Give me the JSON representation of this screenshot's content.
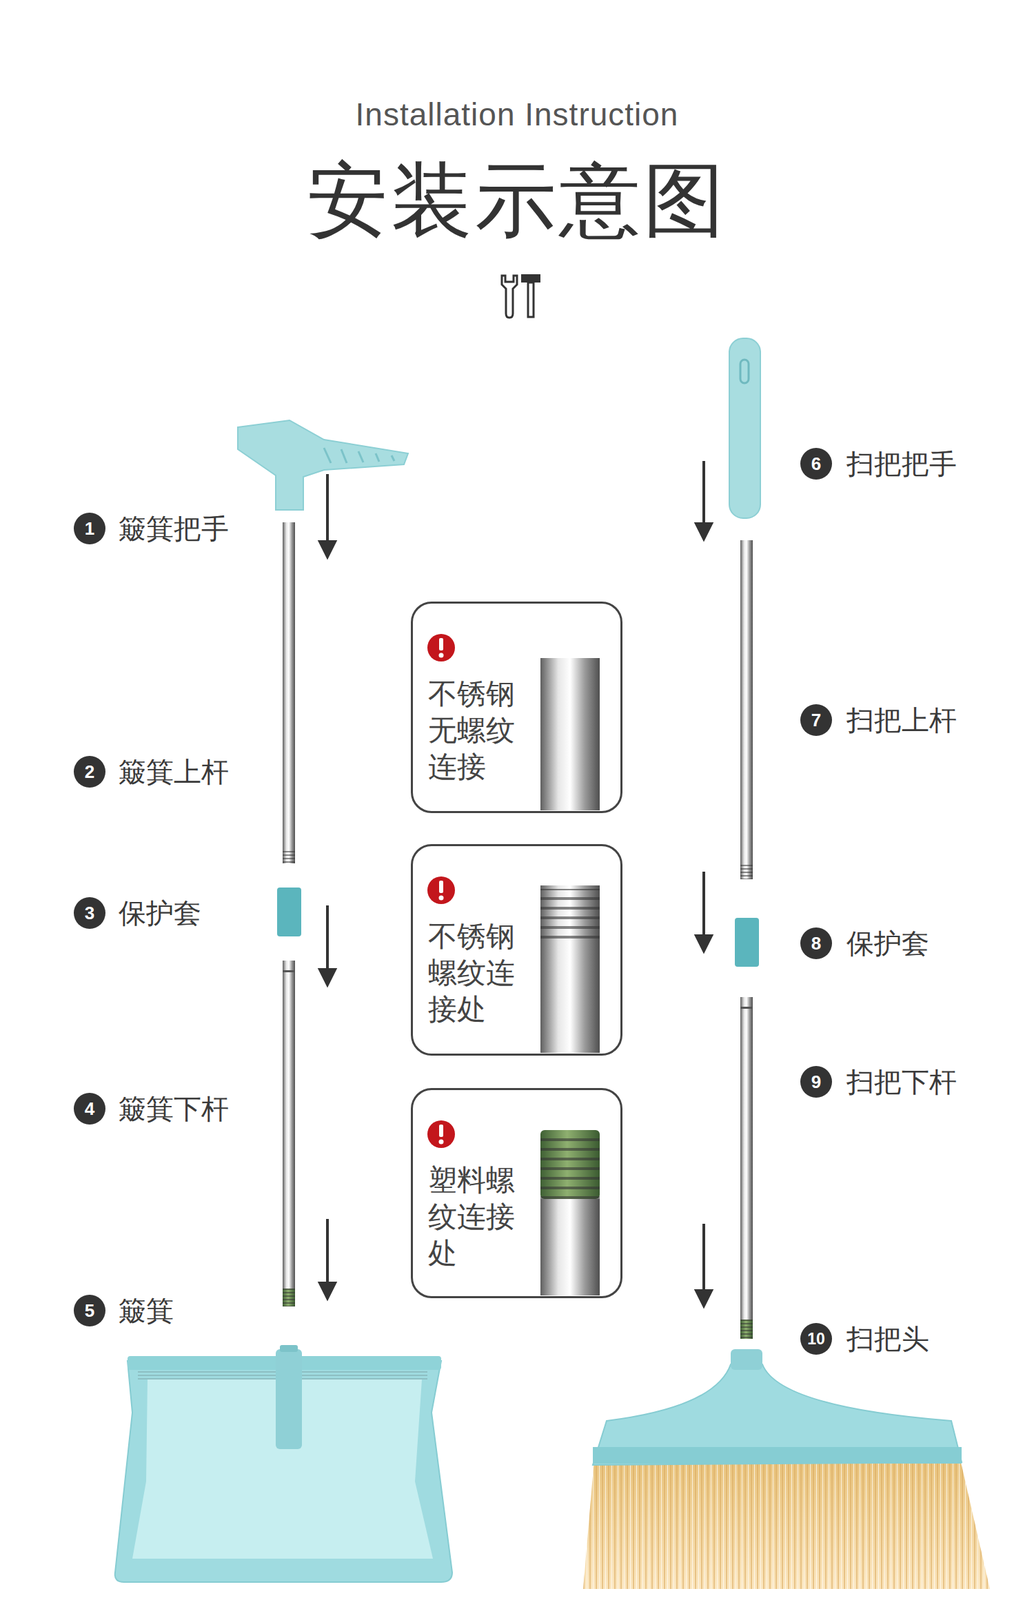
{
  "diagram": {
    "title": "安装示意图",
    "nodes": [
      {
        "text": [
          "不锈钢无螺纹连接"
        ]
      },
      {
        "text": [
          "不锈钢螺纹连接处"
        ]
      },
      {
        "text": [
          "塑料螺纹连接处"
        ]
      }
    ],
    "labels": [
      "Installation Instruction",
      "1",
      "簸箕把手",
      "2",
      "簸箕上杆",
      "3",
      "保护套",
      "4",
      "簸箕下杆",
      "5",
      "簸箕",
      "6",
      "扫把把手",
      "7",
      "扫把上杆",
      "8",
      "保护套",
      "9",
      "扫把下杆",
      "10",
      "扫把头"
    ]
  }
}
